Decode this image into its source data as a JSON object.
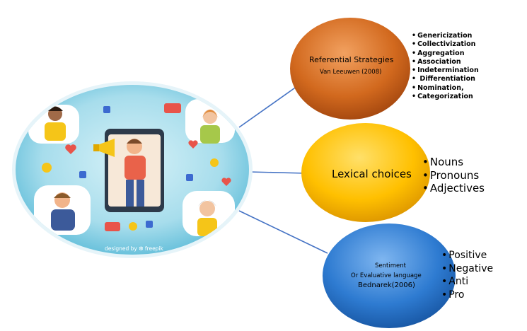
{
  "referential": {
    "title": "Referential Strategies",
    "source": "Van Leeuwen (2008)",
    "items": [
      "Genericization",
      "Collectivization",
      "Aggregation",
      "Association",
      "Indetermination",
      " Differentiation",
      "Nomination,",
      "Categorization"
    ],
    "color": "#d2691e"
  },
  "lexical": {
    "title": "Lexical choices",
    "items": [
      "Nouns",
      "Pronouns",
      "Adjectives"
    ],
    "color": "#ffc000"
  },
  "sentiment": {
    "title_line1": "Sentiment",
    "title_line2": "Or Evaluative language",
    "source": "Bednarek(2006)",
    "items": [
      "Positive",
      "Negative",
      "Anti",
      "Pro"
    ],
    "color": "#2e7bd1"
  },
  "illustration": {
    "credit": "designed by ❆ freepik"
  }
}
